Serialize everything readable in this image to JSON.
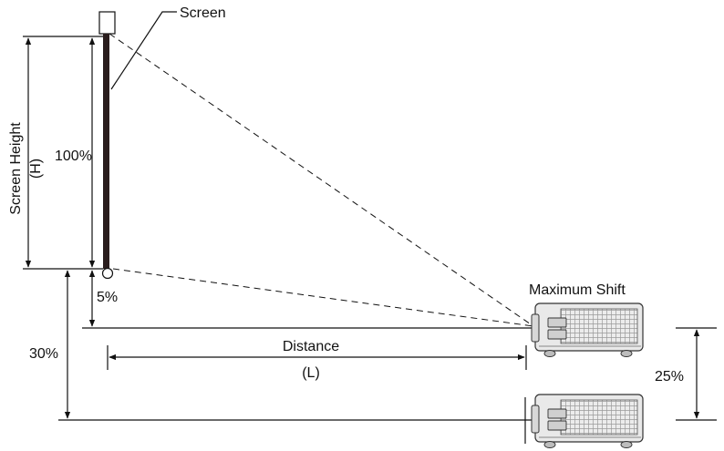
{
  "labels": {
    "screen": "Screen",
    "screen_height": "Screen Height",
    "screen_height_symbol": "(H)",
    "percent_100": "100%",
    "percent_5": "5%",
    "percent_30": "30%",
    "percent_25": "25%",
    "distance": "Distance",
    "distance_symbol": "(L)",
    "maximum_shift": "Maximum Shift"
  },
  "colors": {
    "line": "#111111",
    "screen_bar": "#2a1d1d",
    "projector_body": "#e9e9e9"
  }
}
